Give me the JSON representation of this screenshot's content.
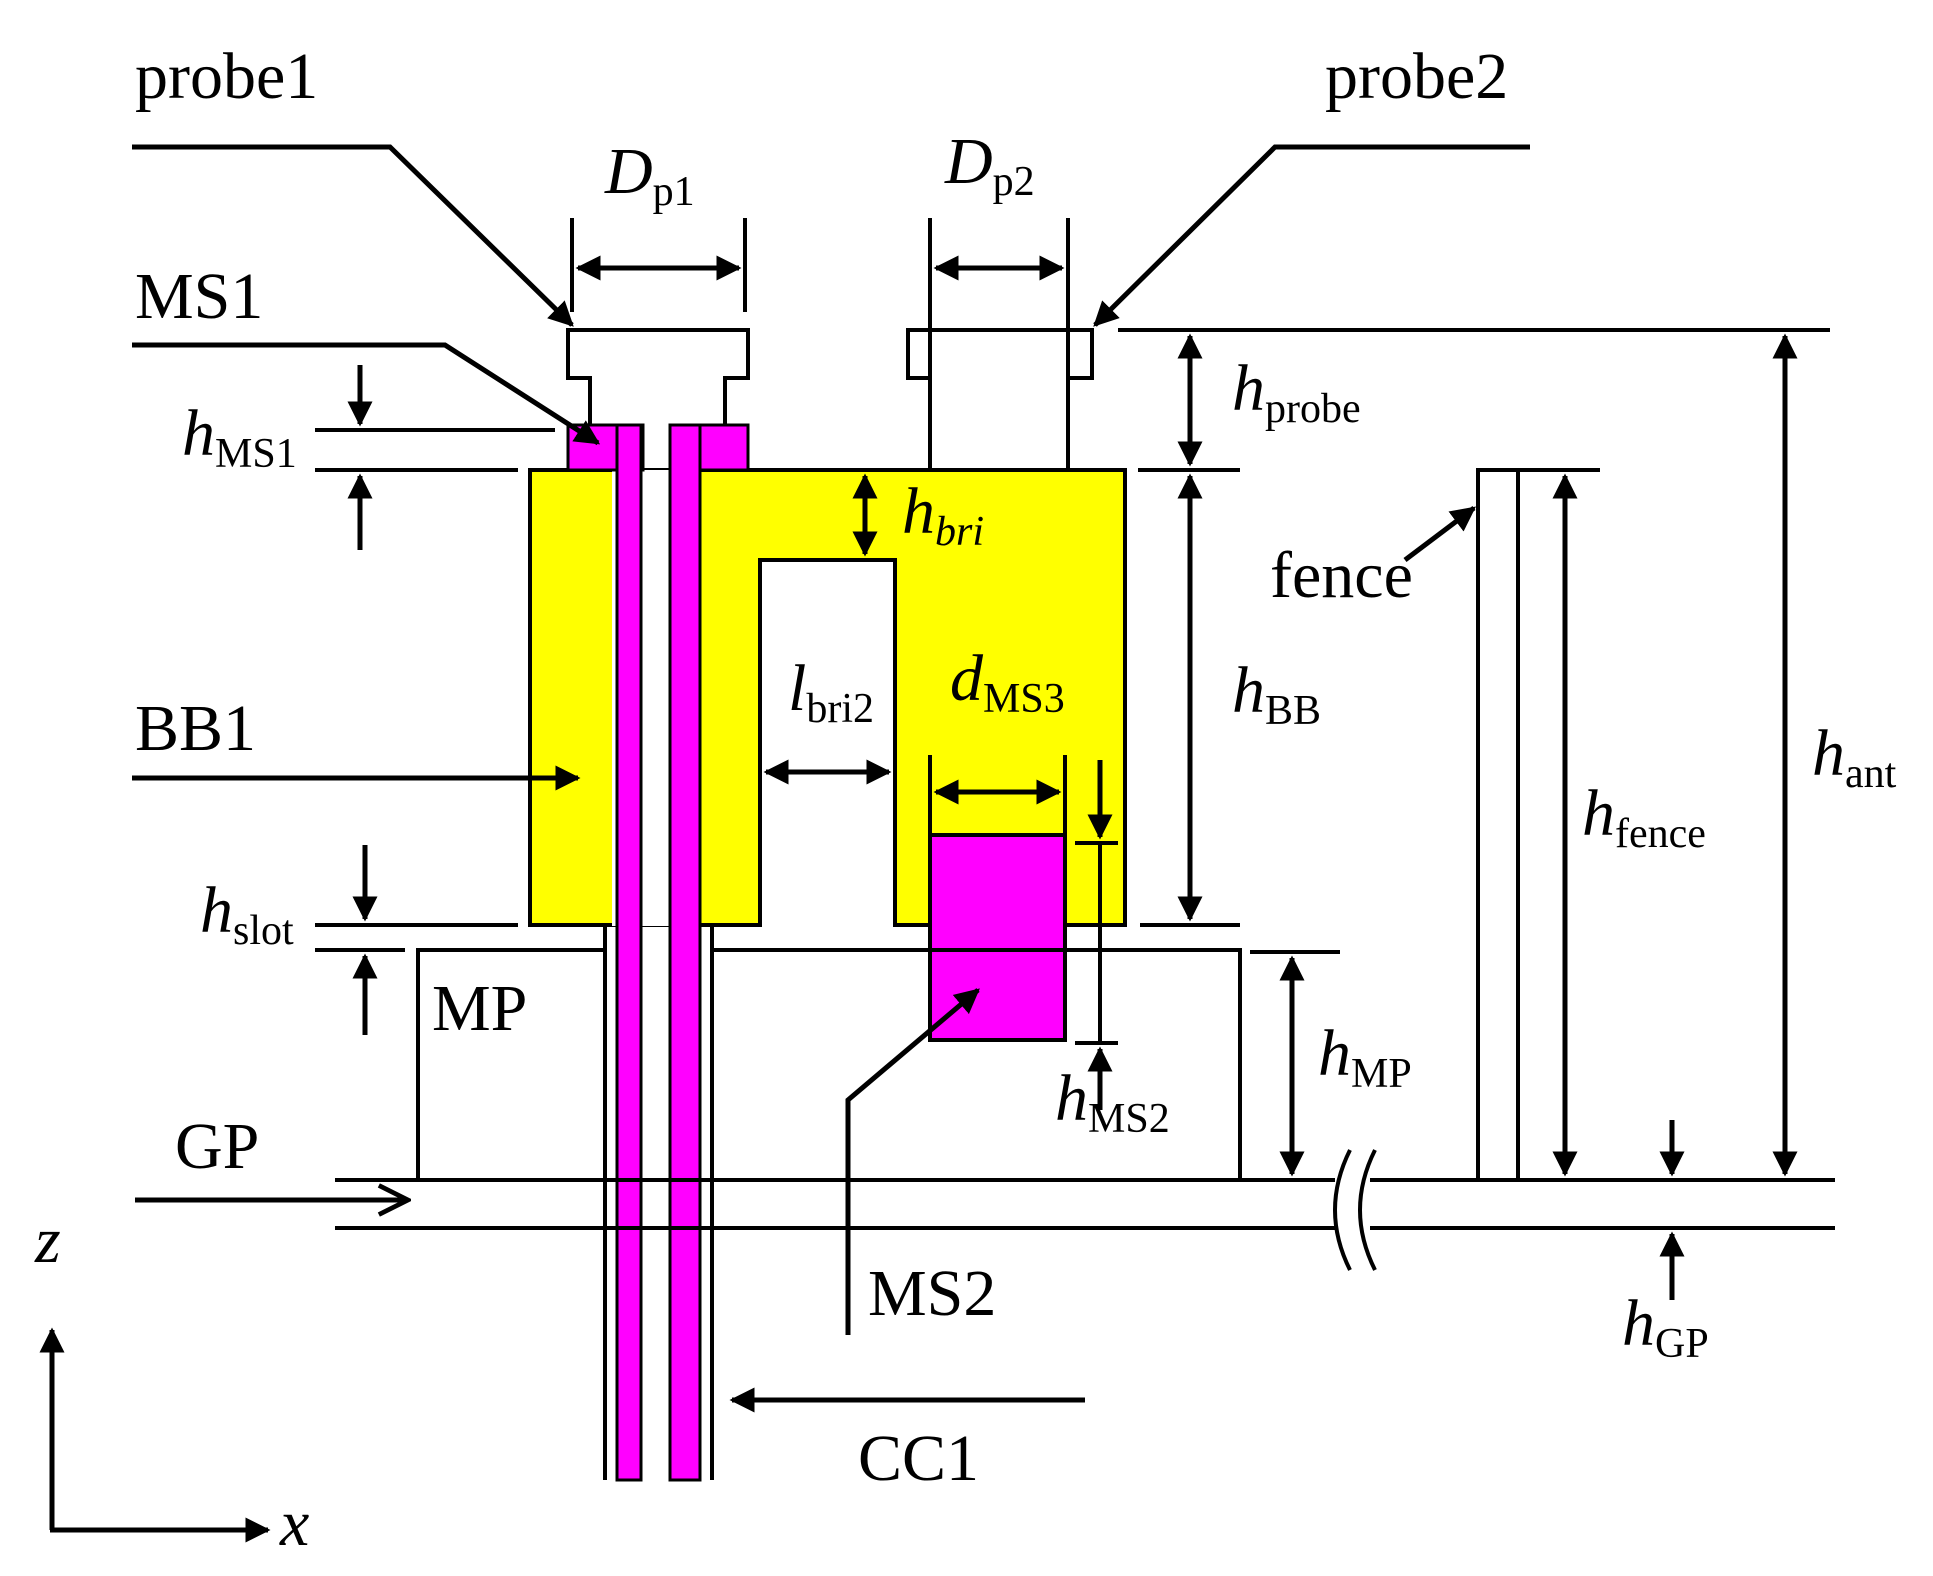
{
  "colors": {
    "bb": "#ffff00",
    "ms": "#ff00ff",
    "line": "#000000",
    "background": "#ffffff"
  },
  "labels": {
    "probe1": "probe1",
    "probe2": "probe2",
    "ms1": "MS1",
    "bb1": "BB1",
    "mp": "MP",
    "gp": "GP",
    "ms2": "MS2",
    "cc1": "CC1",
    "fence": "fence"
  },
  "dims": {
    "dp1": {
      "main": "D",
      "sub": "p1"
    },
    "dp2": {
      "main": "D",
      "sub": "p2"
    },
    "hprobe": {
      "main": "h",
      "sub": "probe"
    },
    "hms1": {
      "main": "h",
      "sub": "MS1"
    },
    "hbri": {
      "main": "h",
      "sub": "bri"
    },
    "lbri2": {
      "main": "l",
      "sub": "bri2"
    },
    "dms3": {
      "main": "d",
      "sub": "MS3"
    },
    "hbb": {
      "main": "h",
      "sub": "BB"
    },
    "hslot": {
      "main": "h",
      "sub": "slot"
    },
    "hmp": {
      "main": "h",
      "sub": "MP"
    },
    "hms2": {
      "main": "h",
      "sub": "MS2"
    },
    "hfence": {
      "main": "h",
      "sub": "fence"
    },
    "hant": {
      "main": "h",
      "sub": "ant"
    },
    "hgp": {
      "main": "h",
      "sub": "GP"
    }
  },
  "axes": {
    "z": "z",
    "x": "x"
  }
}
